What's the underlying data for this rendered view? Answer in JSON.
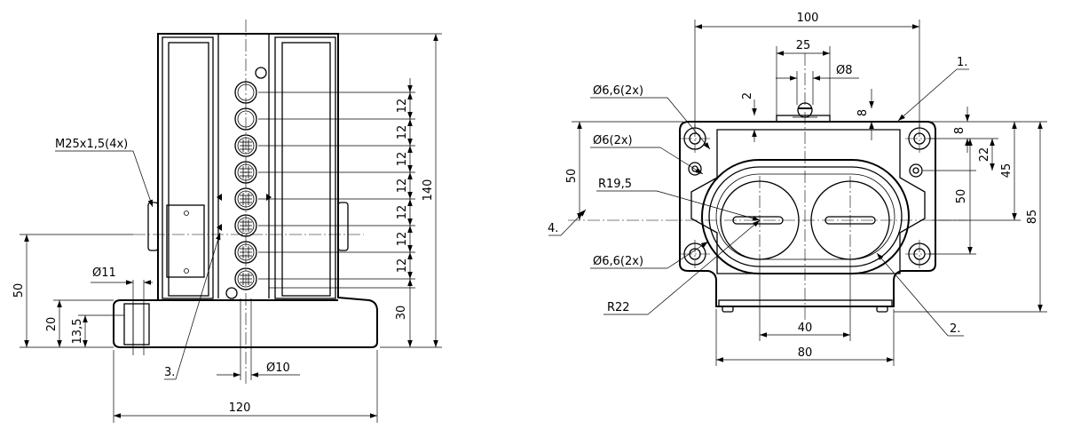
{
  "left_view": {
    "dims": {
      "w120": "120",
      "h140": "140",
      "h50": "50",
      "h20": "20",
      "h13_5": "13,5",
      "h30": "30",
      "p12": "12",
      "d11": "Ø11",
      "d10": "Ø10"
    },
    "callouts": {
      "m25": "M25x1,5(4x)",
      "item3": "3."
    },
    "pitch_count": 8
  },
  "right_view": {
    "dims": {
      "w100": "100",
      "w25": "25",
      "d8": "Ø8",
      "v2": "2",
      "v8top": "8",
      "r8": "8",
      "r22": "22",
      "r45": "45",
      "r85": "85",
      "c50": "50",
      "l50": "50",
      "w40": "40",
      "w80": "80"
    },
    "callouts": {
      "d66_top": "Ø6,6(2x)",
      "d6": "Ø6(2x)",
      "r19_5": "R19,5",
      "d66_bottom": "Ø6,6(2x)",
      "r22": "R22",
      "item1": "1.",
      "item2": "2.",
      "item4": "4."
    }
  }
}
